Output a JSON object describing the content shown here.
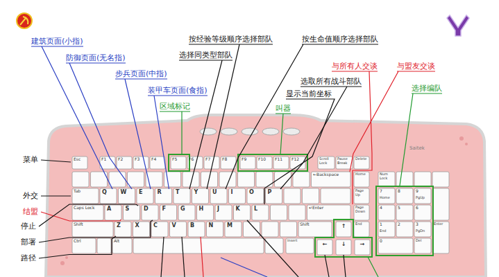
{
  "diagram": {
    "labels": [
      "建筑页面(小指)",
      "防御页面(无名指)",
      "步兵页面(中指)",
      "装甲车页面(食指)",
      "区域标记",
      "按经验等级顺序选择部队",
      "选择同类型部队",
      "按生命值顺序选择部队",
      "选取所有战斗部队",
      "显示当前坐标",
      "叫器",
      "与所有人交谈",
      "与盟友交谈",
      "选择编队",
      "菜单",
      "外交",
      "结盟",
      "停止",
      "部署",
      "路径",
      "Esc",
      "F1",
      "F2",
      "F3",
      "F4",
      "F5",
      "F6",
      "F7",
      "F8",
      "F9",
      "F10",
      "F11",
      "F12",
      "Scroll Lock",
      "Pause Break",
      "Delete",
      "←Backspace",
      "Home",
      "Tab",
      "Q",
      "W",
      "E",
      "R",
      "T",
      "Y",
      "U",
      "I",
      "O",
      "P",
      "Page Up",
      "Caps Lock",
      "A",
      "S",
      "D",
      "F",
      "G",
      "H",
      "J",
      "K",
      "L",
      "↵Enter",
      "Page Down",
      "Shift",
      "Z",
      "X",
      "C",
      "V",
      "B",
      "N",
      "M",
      "Shift",
      "↑",
      "End",
      "Ctrl",
      "Alt",
      "Insert",
      "←",
      "↓",
      "→",
      "Num Lock",
      "7",
      "Home",
      "8",
      "9",
      "PgUp",
      "4",
      "5",
      "6",
      "1",
      "End",
      "2",
      "3",
      "PgDn",
      "0",
      "Del",
      "Enter",
      "Saitek"
    ]
  }
}
